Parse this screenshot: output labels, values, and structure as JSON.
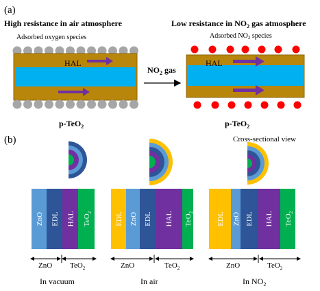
{
  "panel_a": {
    "label": "(a)",
    "left": {
      "heading": "High resistance in air atmosphere",
      "subheading": "Adsorbed oxygen species",
      "layer_label": "HAL",
      "caption_main": "p-TeO",
      "caption_sub": "2"
    },
    "right": {
      "heading_main": "Low resistance in NO",
      "heading_sub": "2",
      "heading_tail": " gas atmosphere",
      "subheading_main": "Adsorbed NO",
      "subheading_sub": "2",
      "subheading_tail": " species",
      "layer_label": "HAL",
      "caption_main": "p-TeO",
      "caption_sub": "2"
    },
    "arrow_main": "NO",
    "arrow_sub": "2",
    "arrow_tail": " gas"
  },
  "panel_b": {
    "label": "(b)",
    "cross_section_label": "Cross-sectional view",
    "layers": {
      "zno": "ZnO",
      "edl": "EDL",
      "hal": "HAL",
      "teo2_main": "TeO",
      "teo2_sub": "2"
    },
    "axis": {
      "zno": "ZnO",
      "teo2_main": "TeO",
      "teo2_sub": "2"
    },
    "captions": {
      "vacuum": "In vacuum",
      "air": "In air",
      "no2_main": "In NO",
      "no2_sub": "2"
    }
  },
  "colors": {
    "film": "#b8860b",
    "core": "#00b0f0",
    "hal_arrow": "#7030a0",
    "oxygen": "#a6a6a6",
    "no2": "#ff0000",
    "zno": "#5b9bd5",
    "edl_dark": "#2e5597",
    "hal": "#7030a0",
    "teo2": "#00b050",
    "air_edl": "#ffc000"
  }
}
